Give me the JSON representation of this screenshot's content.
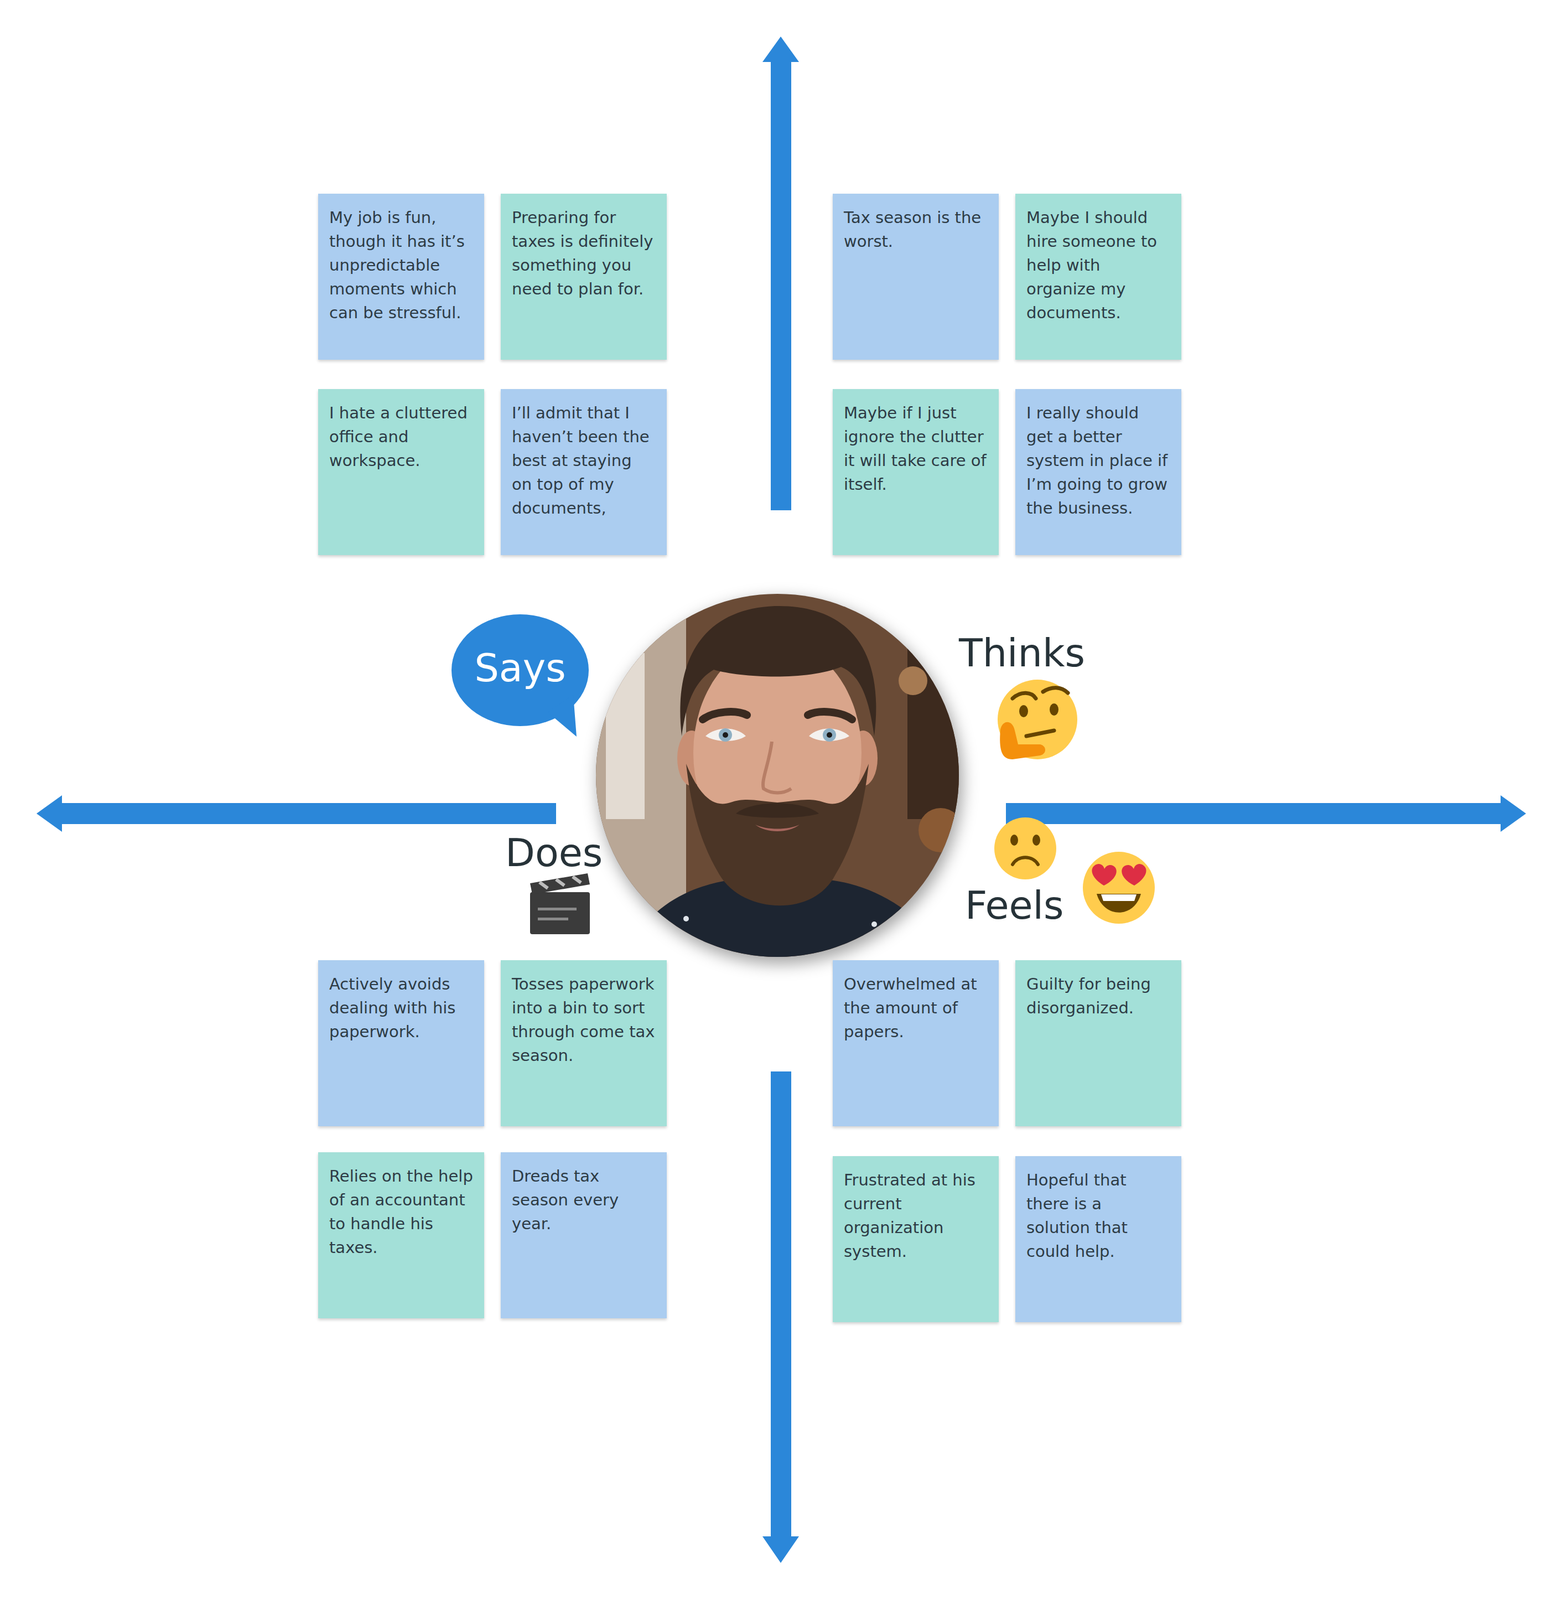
{
  "diagram": {
    "nodes": [
      {
        "text": [
          "My job is fun, though it has it’s unpredictable moments which can be stressful."
        ]
      },
      {
        "text": [
          "Preparing for taxes is definitely something you need to plan for."
        ]
      },
      {
        "text": [
          "Tax season is the worst."
        ]
      },
      {
        "text": [
          "Maybe I should hire someone to help with organize my documents."
        ]
      },
      {
        "text": [
          "I hate a cluttered office and workspace."
        ]
      },
      {
        "text": [
          "I’ll admit that I haven’t been the best at staying on top of my documents,"
        ]
      },
      {
        "text": [
          "Maybe if I just ignore the clutter it will take care of itself."
        ]
      },
      {
        "text": [
          "I really should get a better system in place if I’m going to grow the business."
        ]
      },
      {
        "text": [
          "Says"
        ]
      },
      {
        "text": [
          "Actively avoids dealing with his paperwork."
        ]
      },
      {
        "text": [
          "Tosses paperwork into a bin to sort through come tax season."
        ]
      },
      {
        "text": [
          "Overwhelmed at the amount of papers."
        ]
      },
      {
        "text": [
          "Guilty for being disorganized."
        ]
      },
      {
        "text": [
          "Relies on the help of an accountant to handle his taxes."
        ]
      },
      {
        "text": [
          "Dreads tax season every year."
        ]
      },
      {
        "text": [
          "Frustrated at his current organization system."
        ]
      },
      {
        "text": [
          "Hopeful that there is a solution that could help."
        ]
      }
    ],
    "labels": [
      "Thinks",
      "Does",
      "Feels"
    ]
  }
}
